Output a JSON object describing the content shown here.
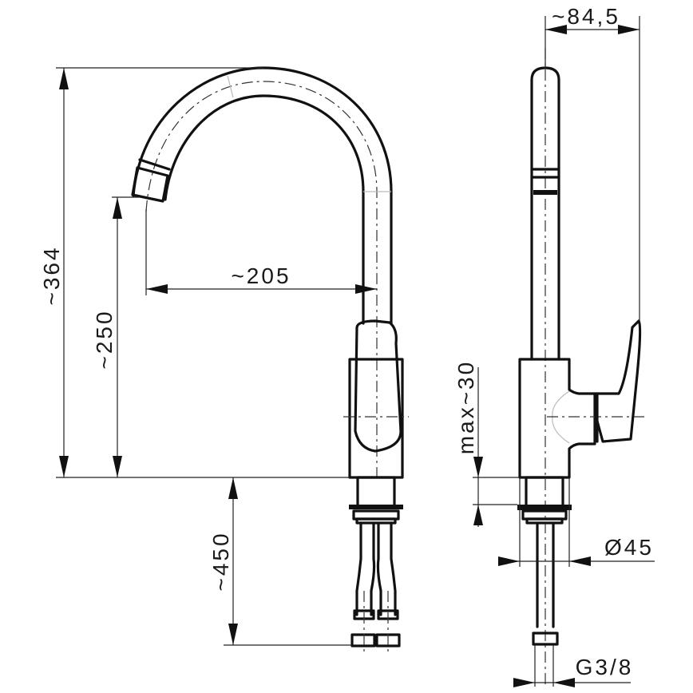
{
  "drawing": {
    "title": "Kitchen faucet technical drawing",
    "views": [
      "front-view",
      "side-view"
    ],
    "dimensions": {
      "total_height": "~364",
      "spout_height": "~250",
      "spout_reach": "~205",
      "hose_length": "~450",
      "side_width": "~84,5",
      "max_deck_thickness": "max~30",
      "base_diameter": "Ø45",
      "connection_thread": "G3/8"
    }
  }
}
